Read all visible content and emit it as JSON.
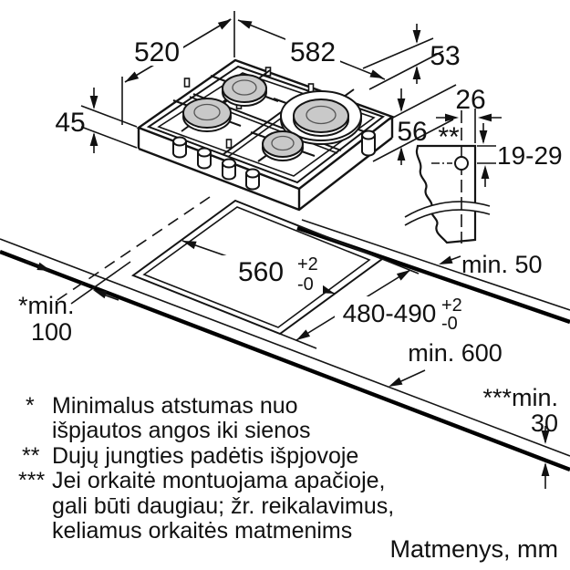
{
  "drawing": {
    "title_semantic": "Gas hob installation dimensions diagram",
    "colors": {
      "line": "#141414",
      "burner_cap": "#c9c9c9",
      "background": "#ffffff"
    },
    "dims": {
      "depth": "520",
      "width": "582",
      "height": "45",
      "edge_height": "53",
      "body_height": "56",
      "gas_offset": "26",
      "gas_marker": "**",
      "gas_depth": "19-29",
      "rear_clearance": "min. 50",
      "cutout_width": "560",
      "cutout_width_tol_plus": "+2",
      "cutout_width_tol_minus": "-0",
      "cutout_depth": "480-490",
      "cutout_depth_tol_plus": "+2",
      "cutout_depth_tol_minus": "-0",
      "worktop_depth": "min. 600",
      "side_clearance_label": "*min.",
      "side_clearance_value": "100",
      "bottom_clearance_label": "***min.",
      "bottom_clearance_value": "30"
    },
    "footnotes": {
      "note1_marker": "*",
      "note1_line1": "Minimalus atstumas nuo",
      "note1_line2": "išpjautos angos iki sienos",
      "note2_marker": "**",
      "note2_line1": "Dujų jungties padėtis išpjovoje",
      "note3_marker": "***",
      "note3_line1": "Jei orkaitė montuojama apačioje,",
      "note3_line2": "gali būti daugiau; žr. reikalavimus,",
      "note3_line3": "keliamus orkaitės matmenims"
    },
    "units_label": "Matmenys, mm"
  }
}
